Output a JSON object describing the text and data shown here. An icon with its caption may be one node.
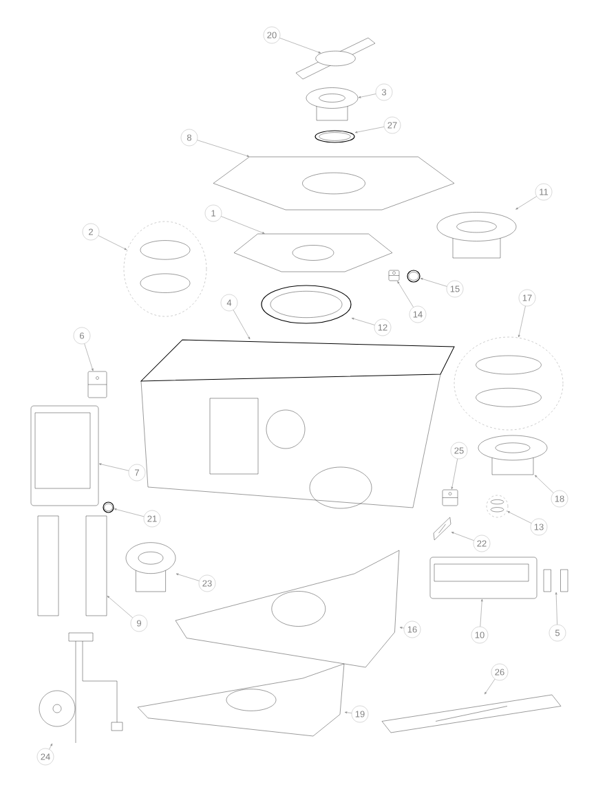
{
  "diagram": {
    "nodes": [
      {
        "text": [
          "20"
        ]
      },
      {
        "text": [
          "3"
        ]
      },
      {
        "text": [
          "27"
        ]
      },
      {
        "text": [
          "8"
        ]
      },
      {
        "text": [
          "11"
        ]
      },
      {
        "text": [
          "1"
        ]
      },
      {
        "text": [
          "2"
        ]
      },
      {
        "text": [
          "15"
        ]
      },
      {
        "text": [
          "14"
        ]
      },
      {
        "text": [
          "12"
        ]
      },
      {
        "text": [
          "4"
        ]
      },
      {
        "text": [
          "17"
        ]
      },
      {
        "text": [
          "6"
        ]
      },
      {
        "text": [
          "25"
        ]
      },
      {
        "text": [
          "7"
        ]
      },
      {
        "text": [
          "18"
        ]
      },
      {
        "text": [
          "21"
        ]
      },
      {
        "text": [
          "13"
        ]
      },
      {
        "text": [
          "22"
        ]
      },
      {
        "text": [
          "23"
        ]
      },
      {
        "text": [
          "9"
        ]
      },
      {
        "text": [
          "10"
        ]
      },
      {
        "text": [
          "5"
        ]
      },
      {
        "text": [
          "16"
        ]
      },
      {
        "text": [
          "26"
        ]
      },
      {
        "text": [
          "19"
        ]
      },
      {
        "text": [
          "24"
        ]
      },
      {
        "text": [],
        "shape": "picture"
      },
      {
        "text": [],
        "shape": "picture"
      },
      {
        "text": [],
        "shape": "picture"
      },
      {
        "text": [],
        "shape": "picture"
      },
      {
        "text": [],
        "shape": "picture"
      },
      {
        "text": [],
        "shape": "picture"
      },
      {
        "text": [],
        "shape": "picture"
      },
      {
        "text": [],
        "shape": "picture"
      },
      {
        "text": [],
        "shape": "picture"
      },
      {
        "text": [],
        "shape": "picture"
      },
      {
        "text": [],
        "shape": "picture"
      },
      {
        "text": [],
        "shape": "picture"
      },
      {
        "text": [],
        "shape": "picture"
      },
      {
        "text": [],
        "shape": "picture"
      },
      {
        "text": [],
        "shape": "picture"
      },
      {
        "text": [],
        "shape": "picture"
      },
      {
        "text": [],
        "shape": "picture"
      },
      {
        "text": [],
        "shape": "picture"
      },
      {
        "text": [],
        "shape": "picture"
      },
      {
        "text": [],
        "shape": "picture"
      },
      {
        "text": [],
        "shape": "picture"
      },
      {
        "text": [],
        "shape": "picture"
      },
      {
        "text": [],
        "shape": "picture"
      },
      {
        "text": [],
        "shape": "picture"
      },
      {
        "text": [],
        "shape": "picture"
      },
      {
        "text": [],
        "shape": "picture"
      },
      {
        "text": [],
        "shape": "picture"
      }
    ],
    "edges": [
      {
        "from": 0,
        "to": 27,
        "arrow": "to"
      },
      {
        "from": 1,
        "to": 28,
        "arrow": "to"
      },
      {
        "from": 2,
        "to": 29,
        "arrow": "to"
      },
      {
        "from": 3,
        "to": 30,
        "arrow": "to"
      },
      {
        "from": 4,
        "to": 31,
        "arrow": "to"
      },
      {
        "from": 5,
        "to": 32,
        "arrow": "to"
      },
      {
        "from": 6,
        "to": 33,
        "arrow": "to"
      },
      {
        "from": 7,
        "to": 34,
        "arrow": "to"
      },
      {
        "from": 8,
        "to": 35,
        "arrow": "to"
      },
      {
        "from": 9,
        "to": 36,
        "arrow": "to"
      },
      {
        "from": 10,
        "to": 37,
        "arrow": "to"
      },
      {
        "from": 11,
        "to": 38,
        "arrow": "to"
      },
      {
        "from": 12,
        "to": 39,
        "arrow": "to"
      },
      {
        "from": 13,
        "to": 40,
        "arrow": "to"
      },
      {
        "from": 14,
        "to": 41,
        "arrow": "to"
      },
      {
        "from": 15,
        "to": 42,
        "arrow": "to"
      },
      {
        "from": 16,
        "to": 43,
        "arrow": "to"
      },
      {
        "from": 17,
        "to": 44,
        "arrow": "to"
      },
      {
        "from": 18,
        "to": 45,
        "arrow": "to"
      },
      {
        "from": 19,
        "to": 46,
        "arrow": "to"
      },
      {
        "from": 20,
        "to": 47,
        "arrow": "to"
      },
      {
        "from": 21,
        "to": 48,
        "arrow": "to"
      },
      {
        "from": 22,
        "to": 49,
        "arrow": "to"
      },
      {
        "from": 23,
        "to": 50,
        "arrow": "to"
      },
      {
        "from": 24,
        "to": 51,
        "arrow": "to"
      },
      {
        "from": 25,
        "to": 52,
        "arrow": "to"
      },
      {
        "from": 26,
        "to": 53,
        "arrow": "to"
      }
    ]
  }
}
